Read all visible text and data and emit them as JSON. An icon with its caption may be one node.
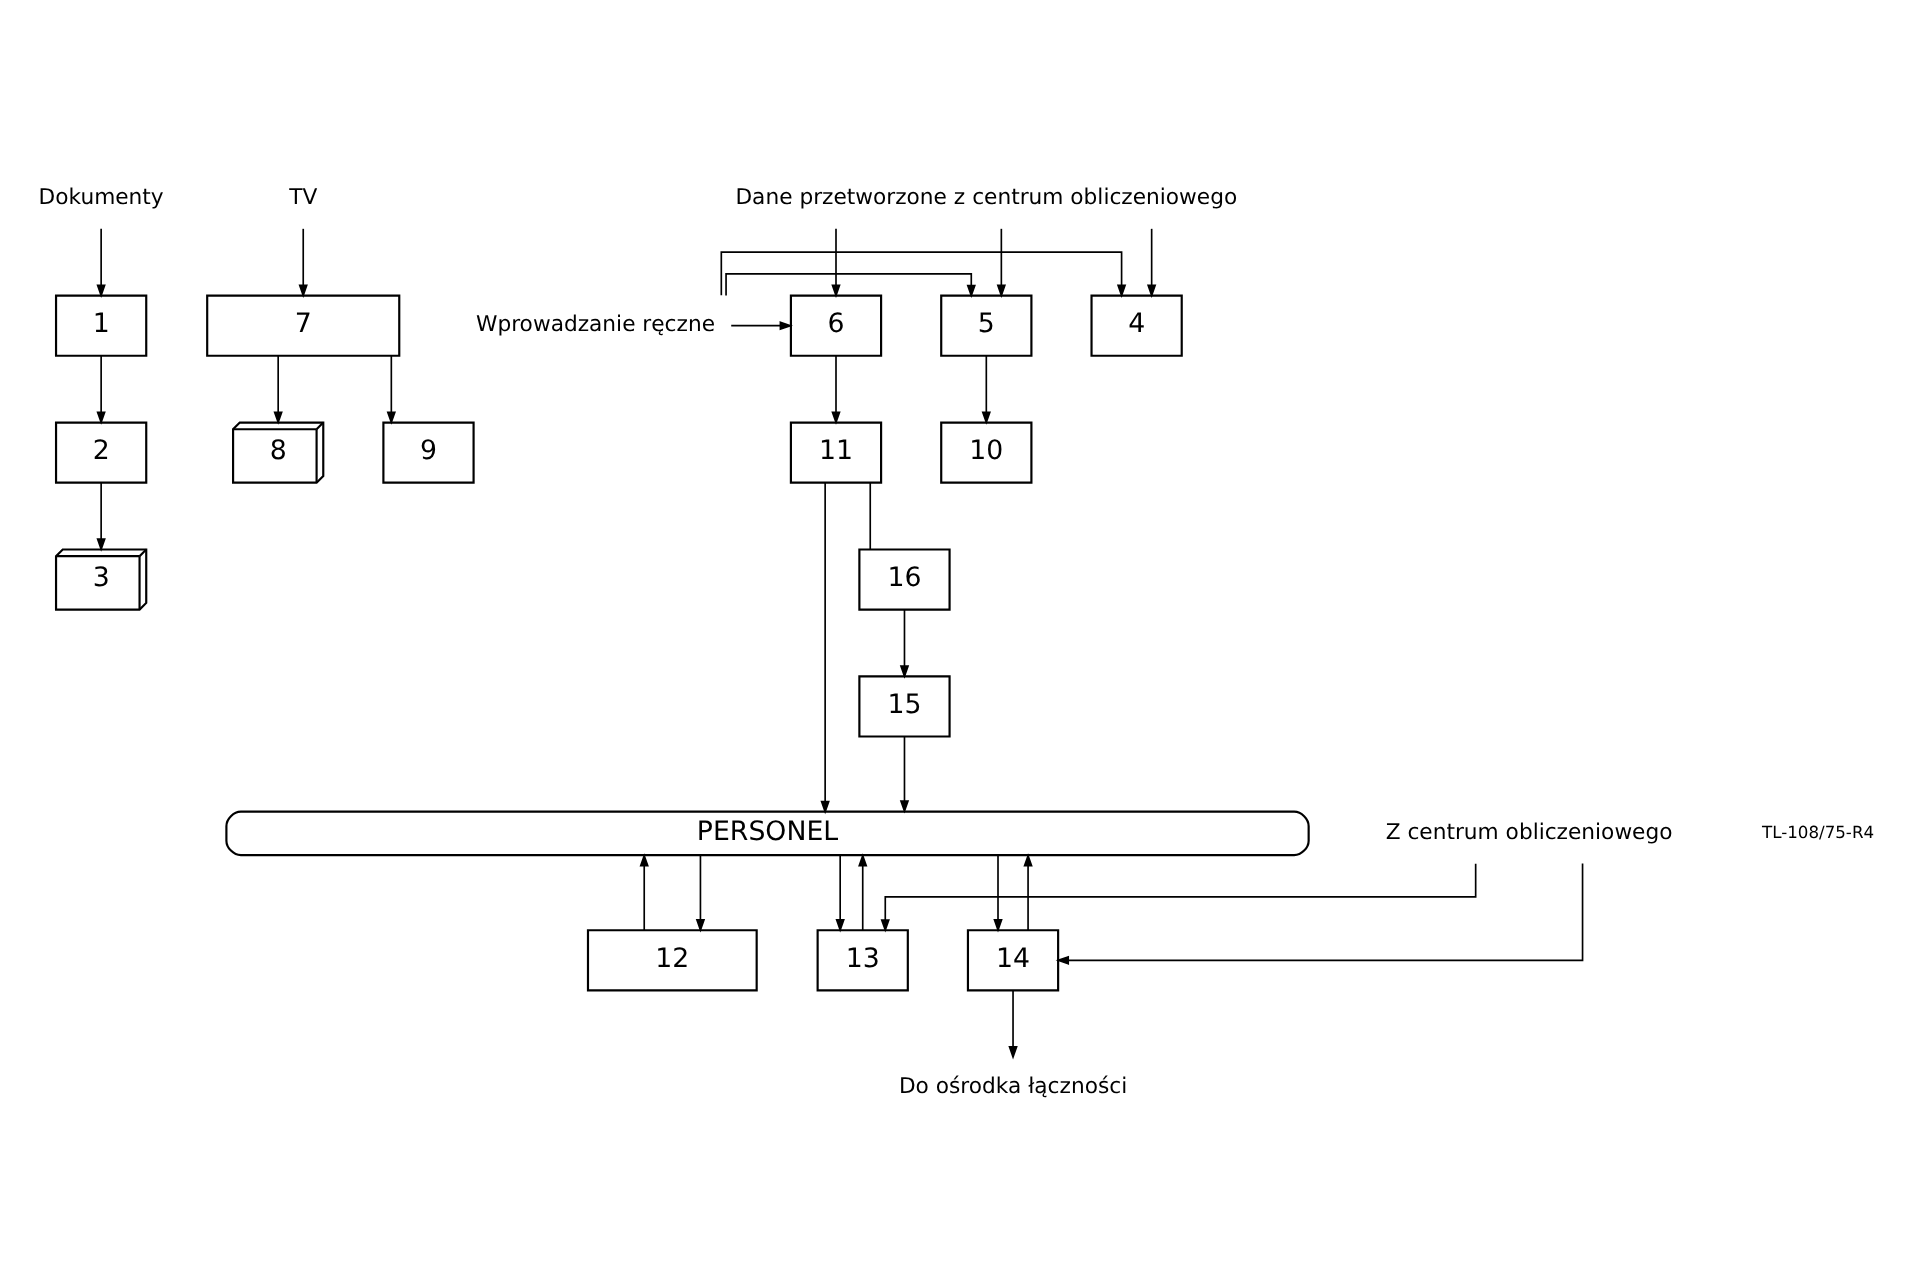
{
  "diagram": {
    "nodes": [
      {
        "text": [
          "Dokumenty"
        ]
      },
      {
        "text": [
          "1"
        ]
      },
      {
        "text": [
          "2"
        ]
      },
      {
        "text": [
          "3"
        ]
      },
      {
        "text": [
          "TV"
        ]
      },
      {
        "text": [
          "7"
        ]
      },
      {
        "text": [
          "8"
        ]
      },
      {
        "text": [
          "9"
        ]
      },
      {
        "text": [
          "Dane przetworzone z centrum obliczeniowego"
        ]
      },
      {
        "text": [
          "4"
        ]
      },
      {
        "text": [
          "5"
        ]
      },
      {
        "text": [
          "6"
        ]
      },
      {
        "text": [
          "Wprowadzanie ręczne"
        ]
      },
      {
        "text": [
          "10"
        ]
      },
      {
        "text": [
          "11"
        ]
      },
      {
        "text": [
          "12"
        ]
      },
      {
        "text": [
          "PERSONEL"
        ]
      },
      {
        "text": [
          "14"
        ]
      },
      {
        "text": [
          "13"
        ]
      },
      {
        "text": [
          "15"
        ]
      },
      {
        "text": [
          "16"
        ]
      },
      {
        "text": [
          "Do ośrodka łączności"
        ]
      },
      {
        "text": [
          "Z centrum obliczeniowego"
        ]
      }
    ],
    "edges": [
      {
        "from": 0,
        "to": 1,
        "arrow": "to"
      },
      {
        "from": 1,
        "to": 2,
        "arrow": "to"
      },
      {
        "from": 2,
        "to": 3,
        "arrow": "to"
      },
      {
        "from": 4,
        "to": 5,
        "arrow": "to"
      },
      {
        "from": 5,
        "to": 6,
        "arrow": "to"
      },
      {
        "from": 5,
        "to": 7,
        "arrow": "to"
      },
      {
        "from": 8,
        "to": 9,
        "arrow": "to"
      },
      {
        "from": 8,
        "to": 10,
        "arrow": "to"
      },
      {
        "from": 8,
        "to": 11,
        "arrow": "to"
      },
      {
        "from": 12,
        "to": 9,
        "arrow": "to"
      },
      {
        "from": 12,
        "to": 10,
        "arrow": "to"
      },
      {
        "from": 12,
        "to": 11,
        "arrow": "to"
      },
      {
        "from": 10,
        "to": 13,
        "arrow": "to"
      },
      {
        "from": 11,
        "to": 14,
        "arrow": "to"
      },
      {
        "from": 14,
        "to": 16,
        "arrow": "to"
      },
      {
        "from": 14,
        "to": 20,
        "arrow": "none"
      },
      {
        "from": 15,
        "to": 16,
        "arrow": "to"
      },
      {
        "from": 16,
        "to": 15,
        "arrow": "to"
      },
      {
        "from": 17,
        "to": 16,
        "arrow": "to"
      },
      {
        "from": 16,
        "to": 17,
        "arrow": "to"
      },
      {
        "from": 18,
        "to": 16,
        "arrow": "to"
      },
      {
        "from": 16,
        "to": 18,
        "arrow": "to"
      },
      {
        "from": 19,
        "to": 16,
        "arrow": "to"
      },
      {
        "from": 20,
        "to": 19,
        "arrow": "to"
      },
      {
        "from": 17,
        "to": 21,
        "arrow": "to"
      },
      {
        "from": 22,
        "to": 17,
        "arrow": "to"
      },
      {
        "from": 22,
        "to": 18,
        "arrow": "to"
      }
    ],
    "labels": [
      "TL-108/75-R4"
    ]
  }
}
